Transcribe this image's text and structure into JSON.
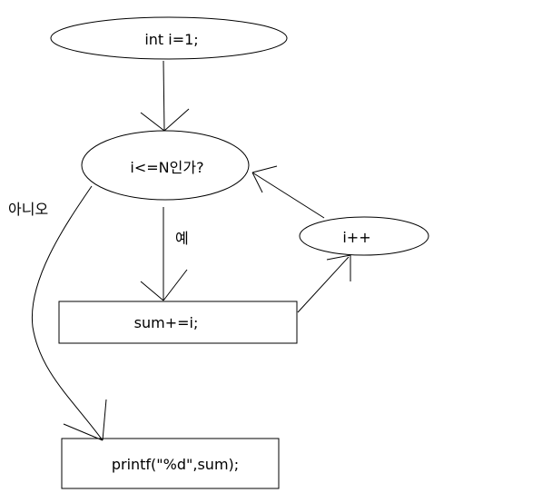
{
  "nodes": {
    "init": "int i=1;",
    "condition": "i<=N인가?",
    "increment": "i++",
    "body": "sum+=i;",
    "output": "printf(\"%d\",sum);"
  },
  "edges": {
    "yes_label": "예",
    "no_label": "아니오"
  },
  "colors": {
    "stroke": "#000000",
    "background": "#ffffff"
  }
}
